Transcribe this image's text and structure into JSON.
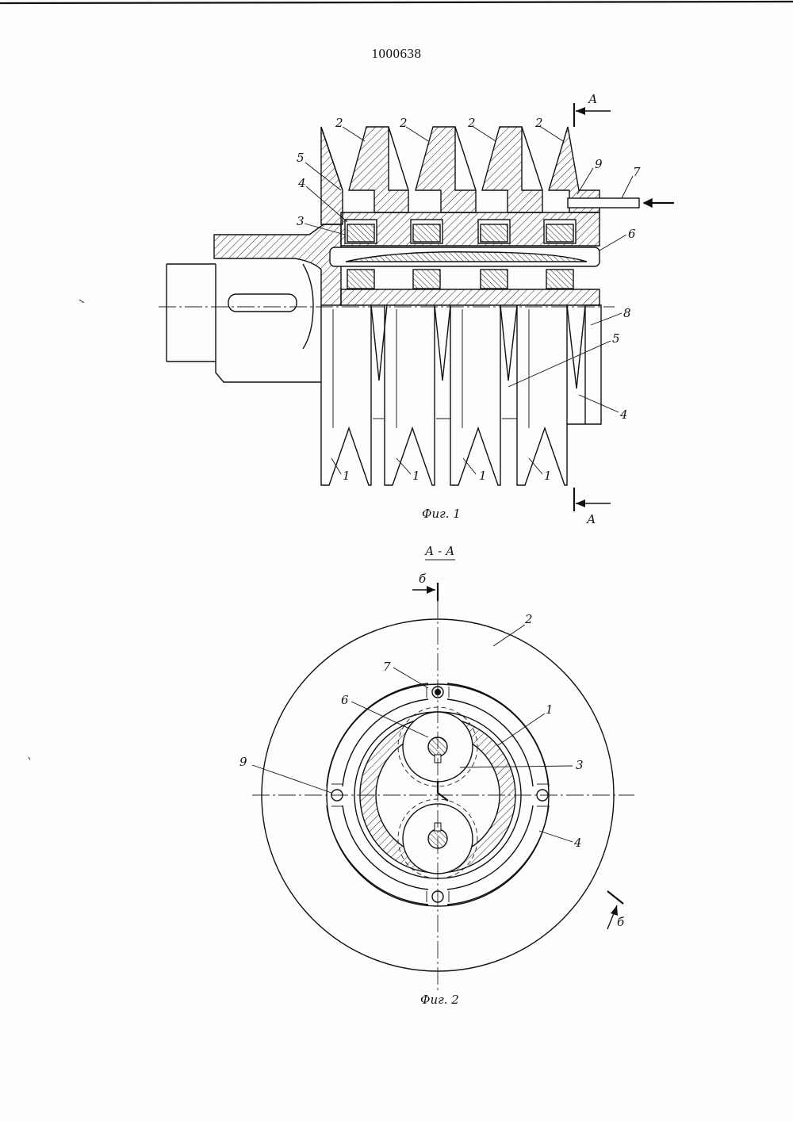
{
  "document": {
    "page_number": "1000638"
  },
  "figure1": {
    "caption": "Фиг. 1",
    "section_marker": "А",
    "callouts": [
      "2",
      "2",
      "2",
      "2",
      "5",
      "4",
      "3",
      "9",
      "7",
      "6",
      "8",
      "5",
      "4",
      "1",
      "1",
      "1",
      "1"
    ]
  },
  "figure2": {
    "section_title": "А - А",
    "caption": "Фиг. 2",
    "section_marker": "б",
    "callouts": [
      "2",
      "7",
      "6",
      "1",
      "3",
      "9",
      "4"
    ]
  }
}
